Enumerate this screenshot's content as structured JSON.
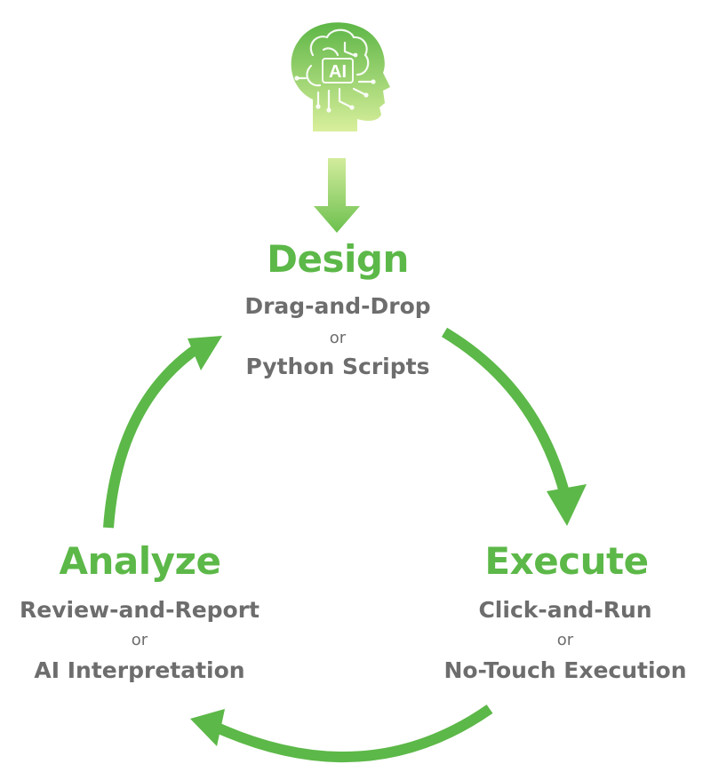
{
  "colors": {
    "accent_green": "#5cb848",
    "text_gray": "#6d6d6d",
    "head_gradient_top": "#5db646",
    "head_gradient_bottom": "#d9ef9c"
  },
  "icons": {
    "head": "ai-head-icon",
    "down_arrow": "down-arrow-icon"
  },
  "head_label": "AI",
  "stages": {
    "design": {
      "title": "Design",
      "line1": "Drag-and-Drop",
      "or": "or",
      "line2": "Python Scripts"
    },
    "execute": {
      "title": "Execute",
      "line1": "Click-and-Run",
      "or": "or",
      "line2": "No-Touch Execution"
    },
    "analyze": {
      "title": "Analyze",
      "line1": "Review-and-Report",
      "or": "or",
      "line2": "AI Interpretation"
    }
  }
}
